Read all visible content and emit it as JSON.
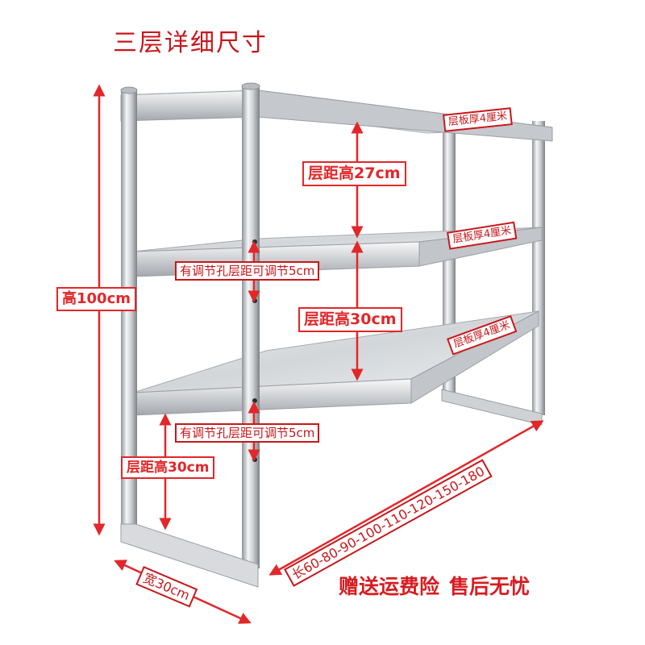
{
  "title": "三层详细尺寸",
  "dimensions": {
    "height_total": "高100cm",
    "width": "宽30cm",
    "length_options": "长60-80-90-100-110-120-150-180",
    "gap_top": "层距高27cm",
    "gap_middle": "层距高30cm",
    "gap_bottom": "层距高30cm",
    "adjust_upper": "有调节孔层距可调节5cm",
    "adjust_lower": "有调节孔层距可调节5cm",
    "shelf_thickness_1": "层板厚4厘米",
    "shelf_thickness_2": "层板厚4厘米",
    "shelf_thickness_3": "层板厚4厘米"
  },
  "footer": {
    "promo_1": "赠送运费险",
    "promo_2": "售后无忧"
  },
  "colors": {
    "accent": "#e2272a",
    "steel_light": "#e9eaec",
    "steel_dark": "#8d9196"
  }
}
